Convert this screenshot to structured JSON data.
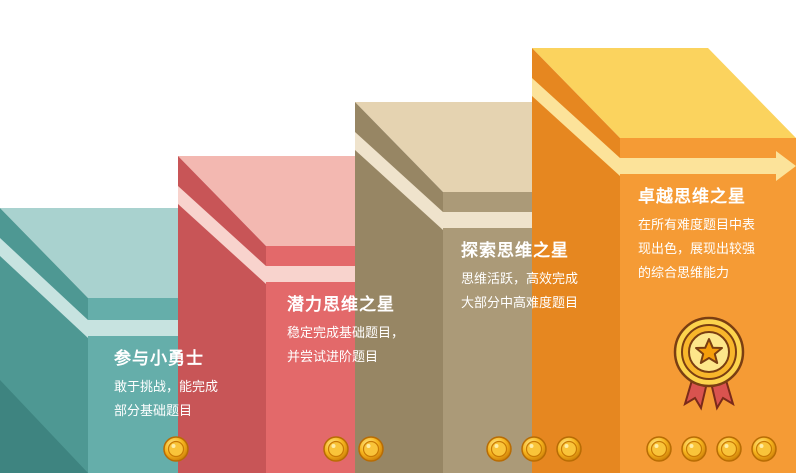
{
  "steps": [
    {
      "title": "参与小勇士",
      "desc_line1": "敢于挑战，能完成",
      "desc_line2": "部分基础题目",
      "coins": 1,
      "colors": {
        "top": "#a9d2cf",
        "front": "#65aeaa",
        "side": "#4e9893",
        "stripe": "#c7e3e0",
        "shade": "#3e8480"
      }
    },
    {
      "title": "潜力思维之星",
      "desc_line1": "稳定完成基础题目，",
      "desc_line2": "并尝试进阶题目",
      "coins": 2,
      "colors": {
        "top": "#f3b8b1",
        "front": "#e3696a",
        "side": "#c85557",
        "stripe": "#f8d3cd",
        "shade": "#b24548"
      }
    },
    {
      "title": "探索思维之星",
      "desc_line1": "思维活跃，高效完成",
      "desc_line2": "大部分中高难度题目",
      "coins": 3,
      "colors": {
        "top": "#e5d3b1",
        "front": "#ab9a78",
        "side": "#978664",
        "stripe": "#efe3cc",
        "shade": "#82724f"
      }
    },
    {
      "title": "卓越思维之星",
      "desc_line1": "在所有难度题目中表",
      "desc_line2": "现出色，展现出较强",
      "desc_line3": "的综合思维能力",
      "coins": 4,
      "colors": {
        "top": "#fbd35e",
        "front": "#f59b35",
        "side": "#e68720",
        "stripe": "#fce39a",
        "shade": "#d47512"
      }
    }
  ],
  "icons": {
    "coin": "gold-coin-icon",
    "badge": "star-medal-icon"
  }
}
